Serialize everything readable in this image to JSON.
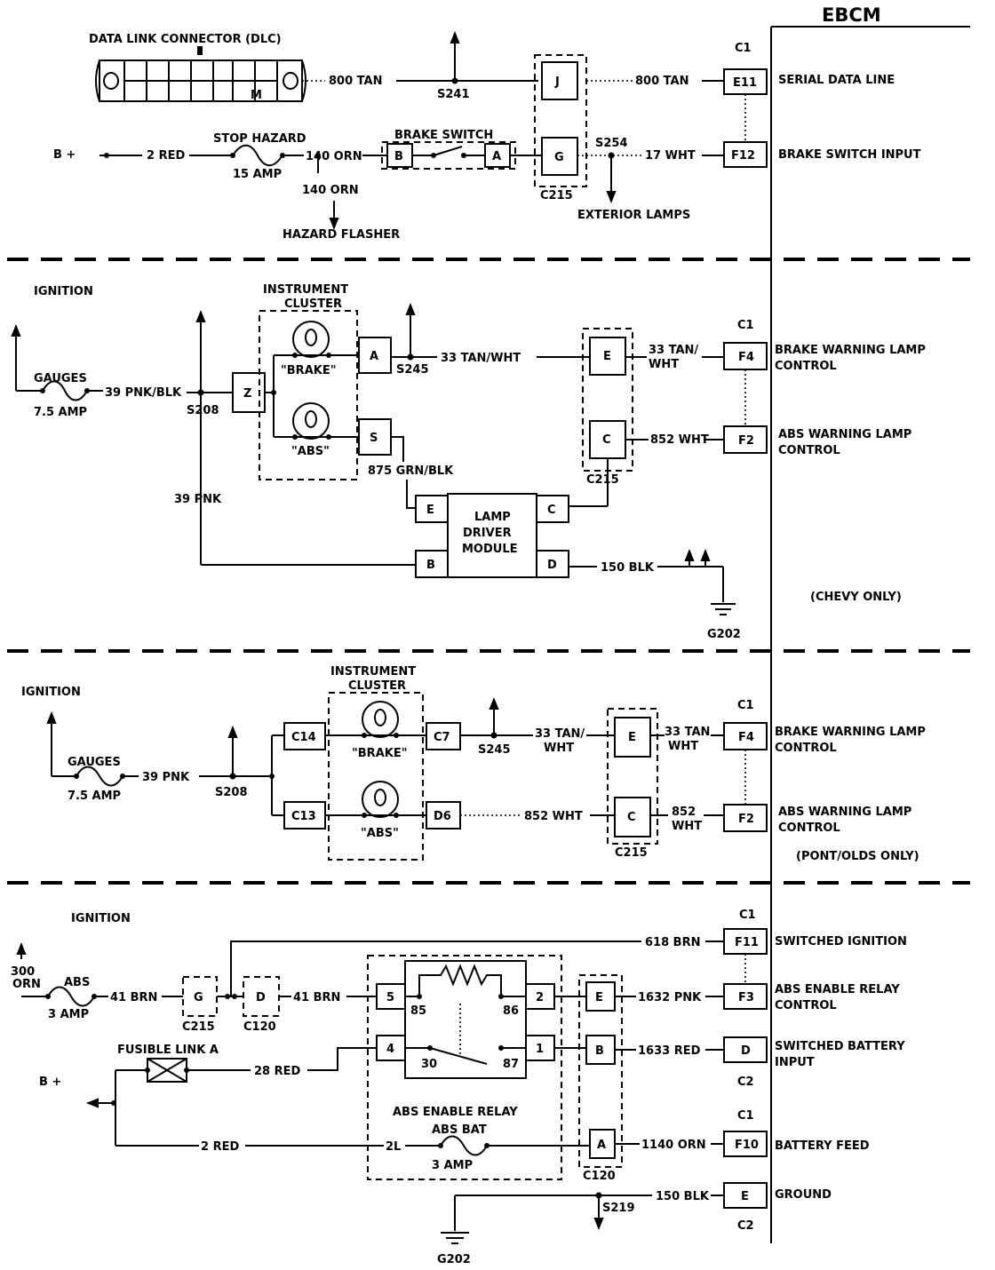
{
  "ebcm": "EBCM",
  "sec1": {
    "dlc": "DATA LINK CONNECTOR (DLC)",
    "dlc_pin": "M",
    "w_800a": "800 TAN",
    "w_800b": "800 TAN",
    "s241": "S241",
    "j": "J",
    "g": "G",
    "c215": "C215",
    "c1": "C1",
    "e11": "E11",
    "f12": "F12",
    "serial": "SERIAL DATA LINE",
    "brake_input": "BRAKE SWITCH INPUT",
    "bplus": "B +",
    "w_2red": "2 RED",
    "stop_hazard": "STOP HAZARD",
    "fuse15": "15 AMP",
    "w_140a": "140 ORN",
    "w_140b": "140 ORN",
    "hazard": "HAZARD FLASHER",
    "brake_switch": "BRAKE SWITCH",
    "bs_b": "B",
    "bs_a": "A",
    "s254": "S254",
    "w_17": "17 WHT",
    "ext_lamps": "EXTERIOR LAMPS"
  },
  "sec2": {
    "ignition": "IGNITION",
    "gauges": "GAUGES",
    "fuse": "7.5 AMP",
    "w_39pb": "39 PNK/BLK",
    "s208": "S208",
    "w_39p": "39 PNK",
    "ic1": "INSTRUMENT",
    "ic2": "CLUSTER",
    "z": "Z",
    "brake": "\"BRAKE\"",
    "abs": "\"ABS\"",
    "a": "A",
    "s": "S",
    "s245": "S245",
    "w_33": "33 TAN/WHT",
    "w_875": "875 GRN/BLK",
    "e": "E",
    "c": "C",
    "c215": "C215",
    "w_33b1": "33 TAN/",
    "w_33b2": "WHT",
    "w_852": "852 WHT",
    "c1": "C1",
    "f4": "F4",
    "f2": "F2",
    "bw1": "BRAKE WARNING LAMP",
    "bw2": "CONTROL",
    "aw1": "ABS WARNING LAMP",
    "aw2": "CONTROL",
    "ldm_e": "E",
    "ldm_b": "B",
    "ldm_c": "C",
    "ldm_d": "D",
    "ldm1": "LAMP",
    "ldm2": "DRIVER",
    "ldm3": "MODULE",
    "w_150": "150 BLK",
    "g202": "G202",
    "chevy": "(CHEVY ONLY)"
  },
  "sec3": {
    "ignition": "IGNITION",
    "gauges": "GAUGES",
    "fuse": "7.5 AMP",
    "w_39": "39 PNK",
    "s208": "S208",
    "ic1": "INSTRUMENT",
    "ic2": "CLUSTER",
    "c14": "C14",
    "c13": "C13",
    "c7": "C7",
    "d6": "D6",
    "brake": "\"BRAKE\"",
    "abs": "\"ABS\"",
    "s245": "S245",
    "w_33a1": "33 TAN/",
    "w_33a2": "WHT",
    "w_33b1": "33 TAN",
    "w_33b2": "WHT",
    "w_852a": "852 WHT",
    "w_852b1": "852",
    "w_852b2": "WHT",
    "e": "E",
    "c": "C",
    "c215": "C215",
    "c1": "C1",
    "f4": "F4",
    "f2": "F2",
    "bw1": "BRAKE WARNING LAMP",
    "bw2": "CONTROL",
    "aw1": "ABS WARNING LAMP",
    "aw2": "CONTROL",
    "pont": "(PONT/OLDS ONLY)"
  },
  "sec4": {
    "ignition": "IGNITION",
    "w_300a": "300",
    "w_300b": "ORN",
    "abs_fuse": "ABS",
    "fuse3": "3 AMP",
    "w_41a": "41 BRN",
    "g": "G",
    "d": "D",
    "c215": "C215",
    "c120a": "C120",
    "w_41b": "41 BRN",
    "w_618": "618 BRN",
    "fusible": "FUSIBLE LINK A",
    "bplus": "B +",
    "w_28": "28 RED",
    "w_2red": "2 RED",
    "p5": "5",
    "p4": "4",
    "p2": "2",
    "p1": "1",
    "t85": "85",
    "t86": "86",
    "t30": "30",
    "t87": "87",
    "relay1": "ABS ENABLE RELAY",
    "relay2": "ABS BAT",
    "w_2l": "2L",
    "relay_fuse": "3 AMP",
    "ce": "E",
    "cb": "B",
    "ca": "A",
    "c120b": "C120",
    "w_1632": "1632 PNK",
    "w_1633": "1633 RED",
    "w_1140": "1140 ORN",
    "w_150": "150 BLK",
    "s219": "S219",
    "g202": "G202",
    "c1a": "C1",
    "c2a": "C2",
    "c1b": "C1",
    "c2b": "C2",
    "f11": "F11",
    "f3": "F3",
    "pd": "D",
    "f10": "F10",
    "pe": "E",
    "switched_ign": "SWITCHED IGNITION",
    "aer1": "ABS ENABLE RELAY",
    "aer2": "CONTROL",
    "sbi1": "SWITCHED BATTERY",
    "sbi2": "INPUT",
    "bat_feed": "BATTERY FEED",
    "ground": "GROUND"
  }
}
